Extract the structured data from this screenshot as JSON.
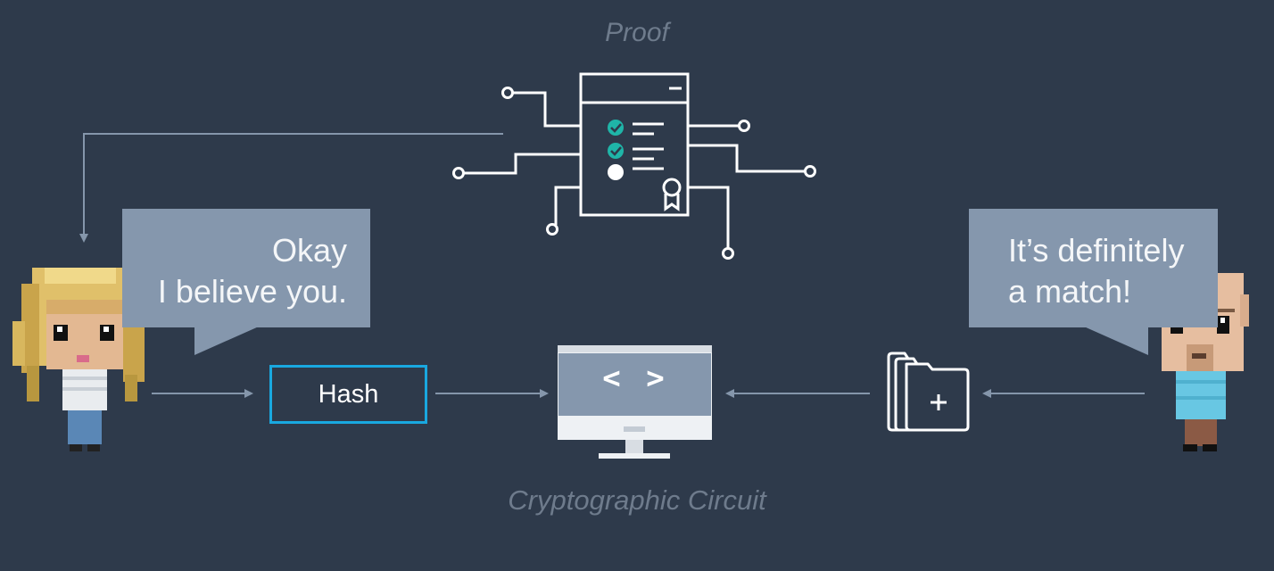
{
  "proof": {
    "title": "Proof",
    "icon": "proof-document-circuit-icon",
    "checklist": [
      "check",
      "check",
      "dot"
    ]
  },
  "left_person": {
    "icon": "blonde-woman-avatar",
    "speech": [
      "Okay",
      "I believe you."
    ]
  },
  "right_person": {
    "icon": "bald-man-avatar",
    "speech": [
      "It’s definitely",
      "a match!"
    ]
  },
  "hash_box": {
    "label": "Hash"
  },
  "circuit": {
    "icon": "computer-monitor-icon",
    "code_glyph": "< >",
    "caption": "Cryptographic Circuit"
  },
  "documents": {
    "icon": "add-documents-icon"
  },
  "colors": {
    "background": "#2e3a4b",
    "bubble": "#8597ad",
    "hash_border": "#19a8e0",
    "check": "#1fb5a8",
    "arrow": "#8596ab",
    "caption": "#6e7b8c"
  }
}
